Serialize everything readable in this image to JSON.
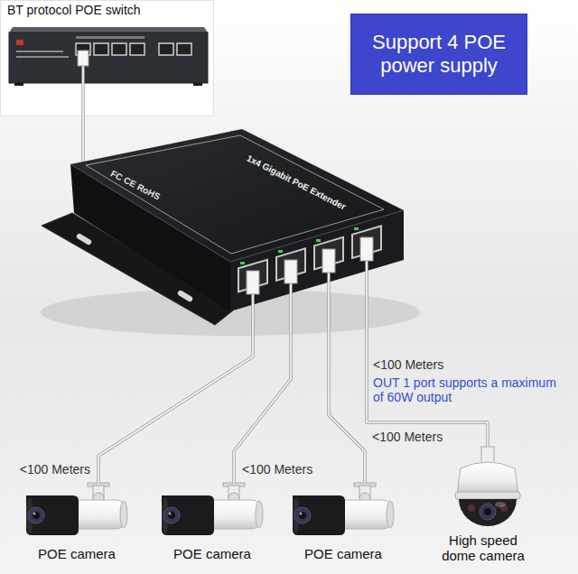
{
  "diagram": {
    "nodes": [
      {
        "text": [
          "BT protocol POE switch"
        ]
      },
      {
        "text": [
          "Support 4 POE power supply"
        ]
      },
      {
        "text": [
          "1x4 Gigabit PoE Extender",
          "FC CE RoHS"
        ]
      },
      {
        "text": [
          "POE camera"
        ]
      },
      {
        "text": [
          "POE camera"
        ]
      },
      {
        "text": [
          "POE camera"
        ]
      },
      {
        "text": [
          "High speed dome camera"
        ]
      }
    ],
    "edges": [
      {
        "from": 0,
        "to": 2,
        "arrow": "none"
      },
      {
        "from": 2,
        "to": 3,
        "label": "<100 Meters",
        "arrow": "none"
      },
      {
        "from": 2,
        "to": 4,
        "label": "<100 Meters",
        "arrow": "none"
      },
      {
        "from": 2,
        "to": 5,
        "label": "<100 Meters",
        "arrow": "none"
      },
      {
        "from": 2,
        "to": 6,
        "label": "<100 Meters",
        "arrow": "none"
      }
    ],
    "labels": [
      "OUT 1 port supports a maximum of 60W output"
    ]
  }
}
